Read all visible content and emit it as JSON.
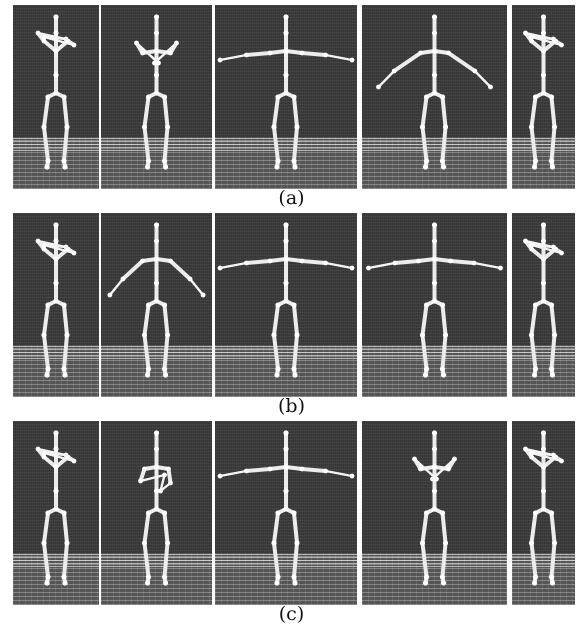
{
  "rows": [
    {
      "caption": "(a)",
      "poses": [
        "hands-crossed",
        "hands-to-head",
        "arms-out",
        "arms-down",
        "hands-crossed"
      ]
    },
    {
      "caption": "(b)",
      "poses": [
        "hands-crossed",
        "arms-down",
        "arms-out",
        "arms-out",
        "hands-crossed"
      ]
    },
    {
      "caption": "(c)",
      "poses": [
        "hands-crossed",
        "hand-to-face",
        "arms-out",
        "hands-to-head",
        "hands-crossed"
      ]
    }
  ]
}
